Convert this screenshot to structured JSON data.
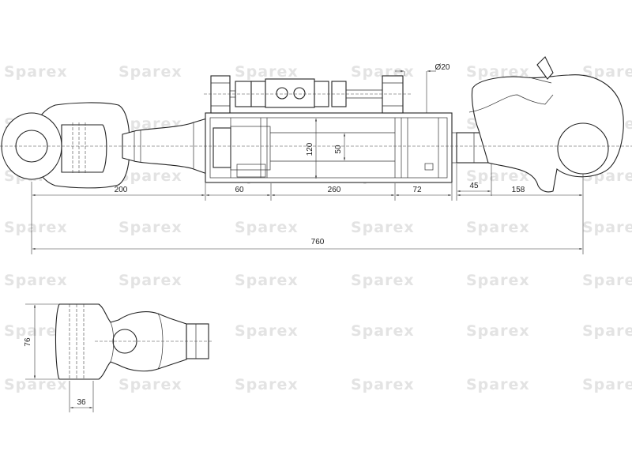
{
  "watermark": {
    "text": "Sparex"
  },
  "dimensions": {
    "d200": "200",
    "d60": "60",
    "d260": "260",
    "d72": "72",
    "d158": "158",
    "d760": "760",
    "d45": "45",
    "d120": "120",
    "d50": "50",
    "dia20": "Ø20",
    "d76": "76",
    "d36": "36"
  }
}
